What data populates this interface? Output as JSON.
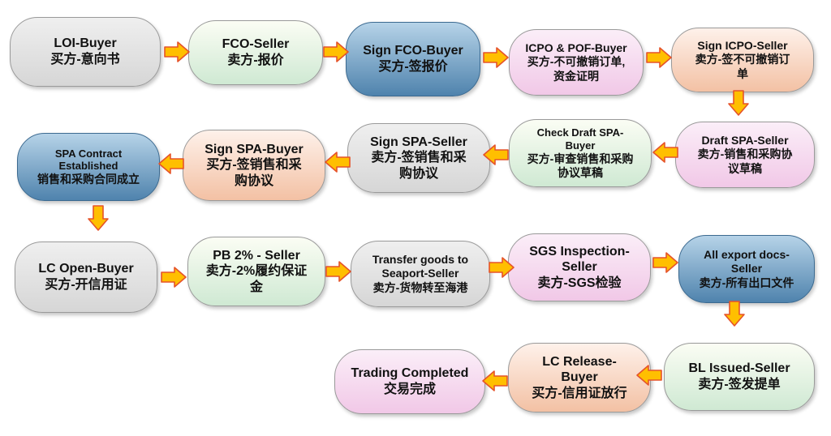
{
  "nodes": [
    {
      "en": "LOI-Buyer",
      "zh": "买方-意向书"
    },
    {
      "en": "FCO-Seller",
      "zh": "卖方-报价"
    },
    {
      "en": "Sign FCO-Buyer",
      "zh": "买方-签报价"
    },
    {
      "en": "ICPO & POF-Buyer",
      "zh": "买方-不可撤销订单,\n资金证明"
    },
    {
      "en": "Sign ICPO-Seller",
      "zh": "卖方-签不可撤销订\n单"
    },
    {
      "en": "Draft SPA-Seller",
      "zh": "卖方-销售和采购协\n议草稿"
    },
    {
      "en": "Check Draft SPA-\nBuyer",
      "zh": "买方-审查销售和采购\n协议草稿"
    },
    {
      "en": "Sign SPA-Seller",
      "zh": "卖方-签销售和采\n购协议"
    },
    {
      "en": "Sign SPA-Buyer",
      "zh": "买方-签销售和采\n购协议"
    },
    {
      "en": "SPA Contract\nEstablished",
      "zh": "销售和采购合同成立"
    },
    {
      "en": "LC Open-Buyer",
      "zh": "买方-开信用证"
    },
    {
      "en": "PB 2% - Seller",
      "zh": "卖方-2%履约保证\n金"
    },
    {
      "en": "Transfer goods to\nSeaport-Seller",
      "zh": "卖方-货物转至海港"
    },
    {
      "en": "SGS Inspection-\nSeller",
      "zh": "卖方-SGS检验"
    },
    {
      "en": "All export docs-\nSeller",
      "zh": "卖方-所有出口文件"
    },
    {
      "en": "BL Issued-Seller",
      "zh": "卖方-签发提单"
    },
    {
      "en": "LC Release-\nBuyer",
      "zh": "买方-信用证放行"
    },
    {
      "en": "Trading Completed",
      "zh": "交易完成"
    }
  ],
  "colors": {
    "arrow_fill": "#ffbf00",
    "arrow_stroke": "#e5532a"
  }
}
